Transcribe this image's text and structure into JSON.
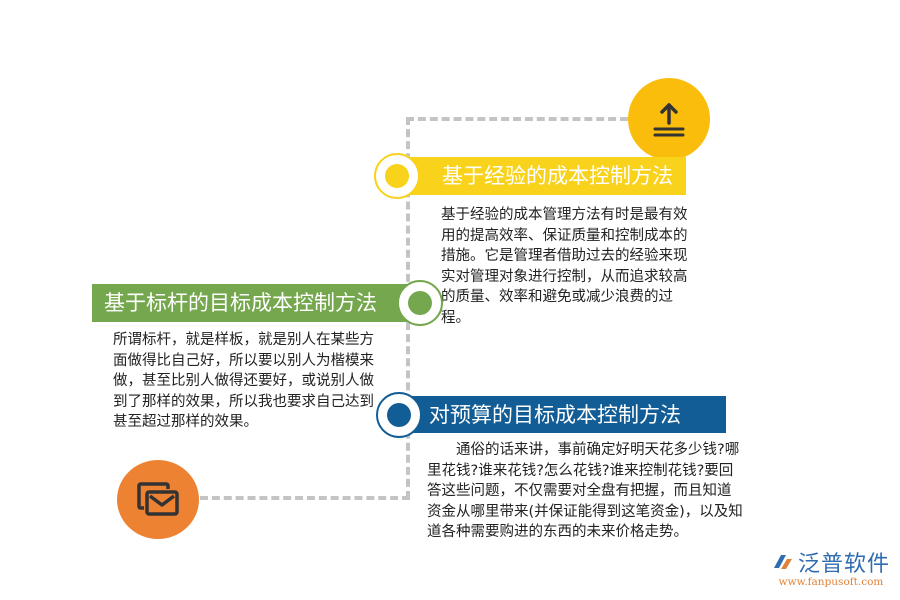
{
  "colors": {
    "yellow": "#f9d21c",
    "yellow_icon": "#fbbd0b",
    "green": "#75a84e",
    "blue": "#135d96",
    "orange": "#ee8233",
    "dashed_line": "#c4c4c4",
    "icon_glyph": "#333333"
  },
  "sections": [
    {
      "id": "experience",
      "title": "基于经验的成本控制方法",
      "color": "#f9d21c",
      "body": "基于经验的成本管理方法有时是最有效用的提高效率、保证质量和控制成本的措施。它是管理者借助过去的经验来现实对管理对象进行控制，从而追求较高的质量、效率和避免或减少浪费的过程。"
    },
    {
      "id": "benchmark",
      "title": "基于标杆的目标成本控制方法",
      "color": "#75a84e",
      "body": "所谓标杆，就是样板，就是别人在某些方面做得比自己好，所以要以别人为楷模来做，甚至比别人做得还要好，或说别人做到了那样的效果，所以我也要求自己达到甚至超过那样的效果。"
    },
    {
      "id": "budget",
      "title": "对预算的目标成本控制方法",
      "color": "#135d96",
      "body": "通俗的话来讲，事前确定好明天花多少钱?哪里花钱?谁来花钱?怎么花钱?谁来控制花钱?要回答这些问题，不仅需要对全盘有把握，而且知道资金从哪里带来(并保证能得到这笔资金)，以及知道各种需要购进的东西的未来价格走势。"
    }
  ],
  "icons": {
    "top": "upload-icon",
    "bottom": "mail-icon"
  },
  "logo": {
    "name": "泛普软件",
    "url": "www.fanpusoft.com"
  }
}
